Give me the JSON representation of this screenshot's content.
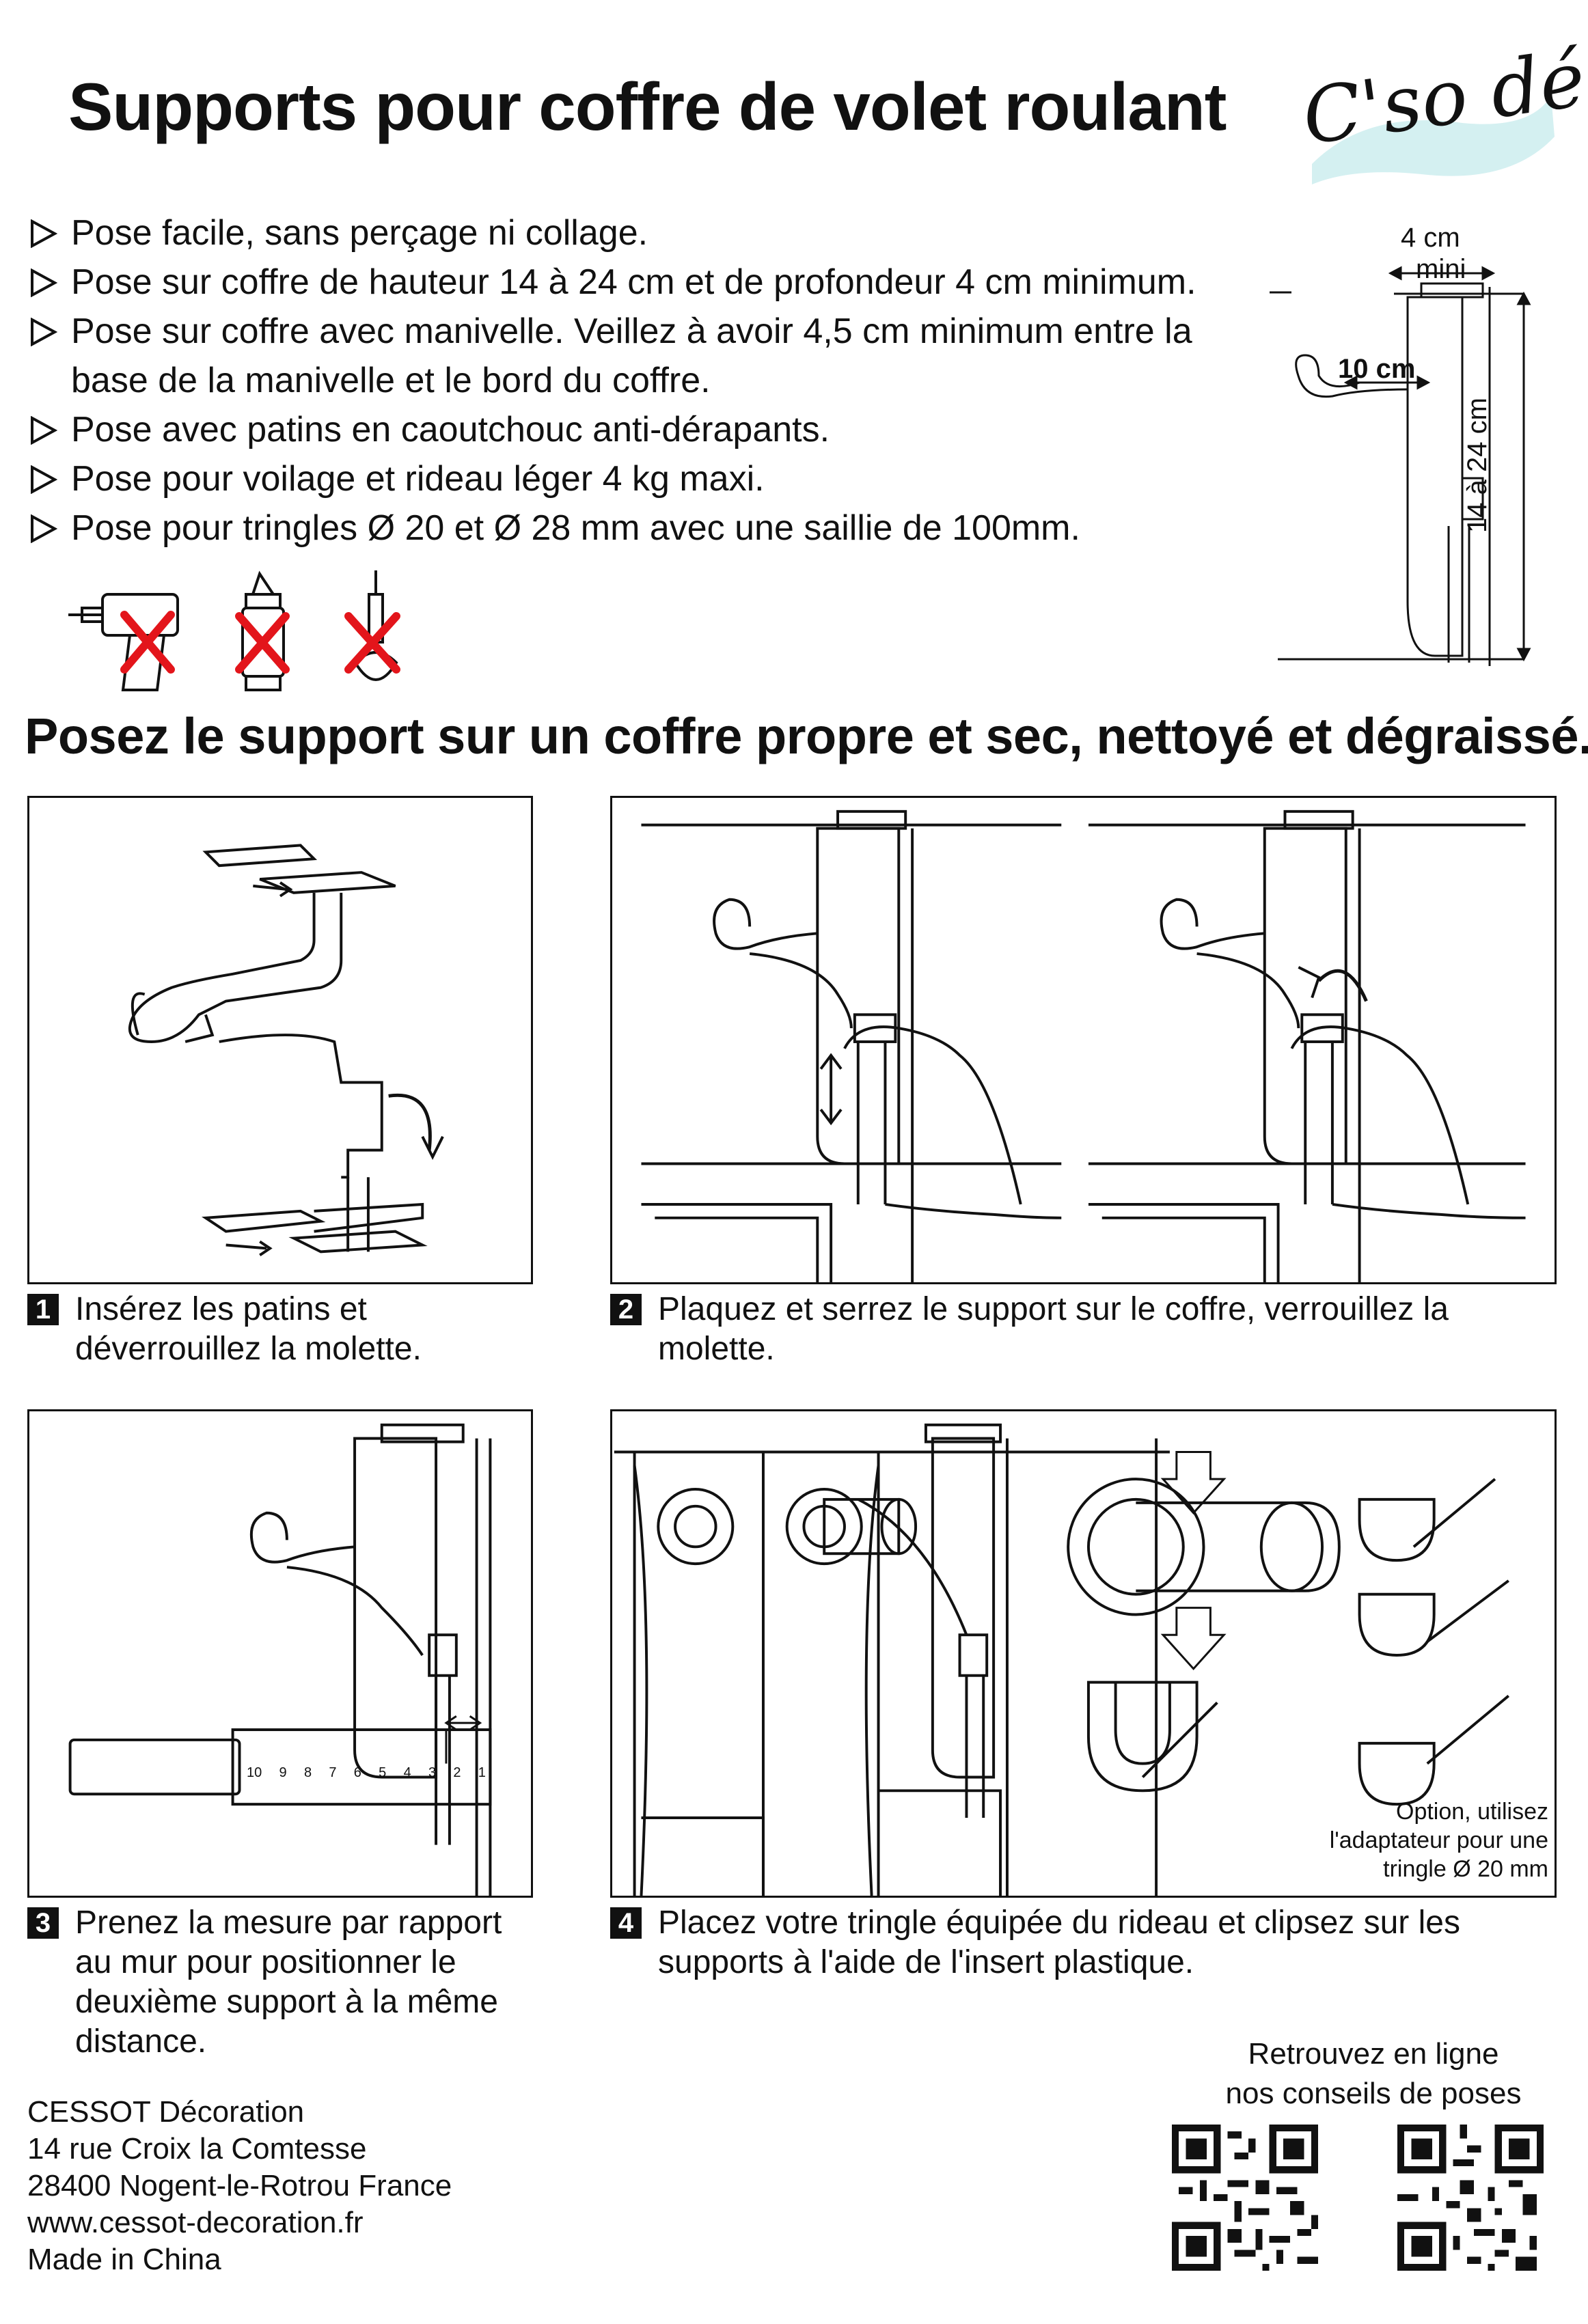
{
  "title": "Supports pour coffre de volet roulant",
  "logo_text": "C'so déco",
  "features": [
    "Pose facile, sans perçage ni collage.",
    "Pose sur coffre de hauteur 14 à 24 cm et de profondeur 4 cm minimum.",
    "Pose sur coffre avec manivelle. Veillez à avoir 4,5 cm minimum entre la base de la manivelle et le bord du coffre.",
    "Pose avec patins en caoutchouc anti-dérapants.",
    "Pose pour voilage et rideau léger 4 kg maxi.",
    "Pose pour tringles Ø 20 et Ø 28 mm avec une saillie de 100mm."
  ],
  "forbidden_icons": [
    "drill-icon",
    "glue-tube-icon",
    "screw-icon"
  ],
  "dimensions": {
    "depth_value": "4 cm",
    "depth_note": "mini",
    "projection": "10 cm",
    "height_range": "14 à 24 cm"
  },
  "headline": "Posez le support sur un coffre propre et sec, nettoyé et dégraissé.",
  "steps": [
    {
      "number": "1",
      "text": "Insérez les patins et déverrouillez la molette."
    },
    {
      "number": "2",
      "text": "Plaquez et serrez le support sur le coffre, verrouillez la molette."
    },
    {
      "number": "3",
      "text": "Prenez la mesure par rapport au mur pour positionner le deuxième support à la même distance."
    },
    {
      "number": "4",
      "text": "Placez votre tringle équipée du rideau et clipsez sur les supports à l'aide de l'insert plastique."
    }
  ],
  "ruler_ticks": [
    "10",
    "9",
    "8",
    "7",
    "6",
    "5",
    "4",
    "3",
    "2",
    "1"
  ],
  "option_note": "Option, utilisez l'adaptateur pour une tringle Ø 20 mm",
  "company": {
    "name": "CESSOT Décoration",
    "street": "14 rue Croix la Comtesse",
    "city": "28400 Nogent-le-Rotrou France",
    "website": "www.cessot-decoration.fr",
    "origin": "Made in China"
  },
  "online": {
    "line1": "Retrouvez en ligne",
    "line2": "nos conseils de poses"
  },
  "colors": {
    "text": "#111111",
    "cross": "#e3151b",
    "logo_wash": "#c9ecee"
  }
}
